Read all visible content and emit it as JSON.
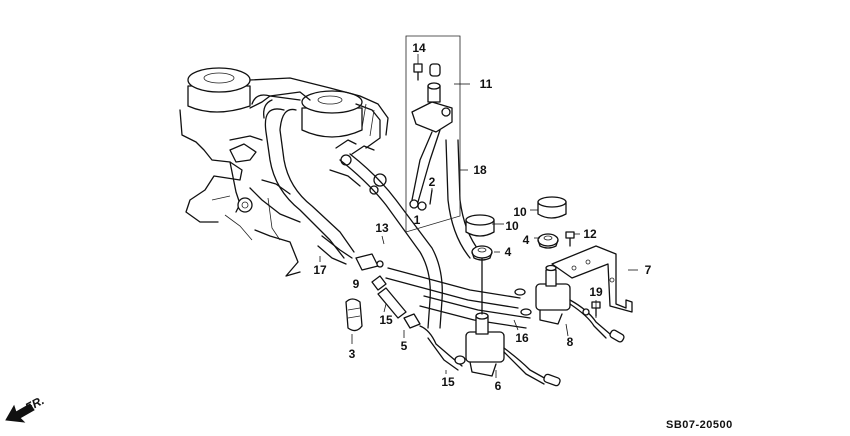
{
  "diagram": {
    "callouts": [
      {
        "id": "c1",
        "text": "1"
      },
      {
        "id": "c2",
        "text": "2"
      },
      {
        "id": "c3",
        "text": "3"
      },
      {
        "id": "c4a",
        "text": "4"
      },
      {
        "id": "c4b",
        "text": "4"
      },
      {
        "id": "c5",
        "text": "5"
      },
      {
        "id": "c6",
        "text": "6"
      },
      {
        "id": "c7",
        "text": "7"
      },
      {
        "id": "c8",
        "text": "8"
      },
      {
        "id": "c9",
        "text": "9"
      },
      {
        "id": "c10a",
        "text": "10"
      },
      {
        "id": "c10b",
        "text": "10"
      },
      {
        "id": "c11",
        "text": "11"
      },
      {
        "id": "c12",
        "text": "12"
      },
      {
        "id": "c13",
        "text": "13"
      },
      {
        "id": "c14",
        "text": "14"
      },
      {
        "id": "c15a",
        "text": "15"
      },
      {
        "id": "c15b",
        "text": "15"
      },
      {
        "id": "c16",
        "text": "16"
      },
      {
        "id": "c17",
        "text": "17"
      },
      {
        "id": "c18",
        "text": "18"
      },
      {
        "id": "c19",
        "text": "19"
      }
    ],
    "direction_label": "FR.",
    "diagram_code": "SB07-20500"
  }
}
